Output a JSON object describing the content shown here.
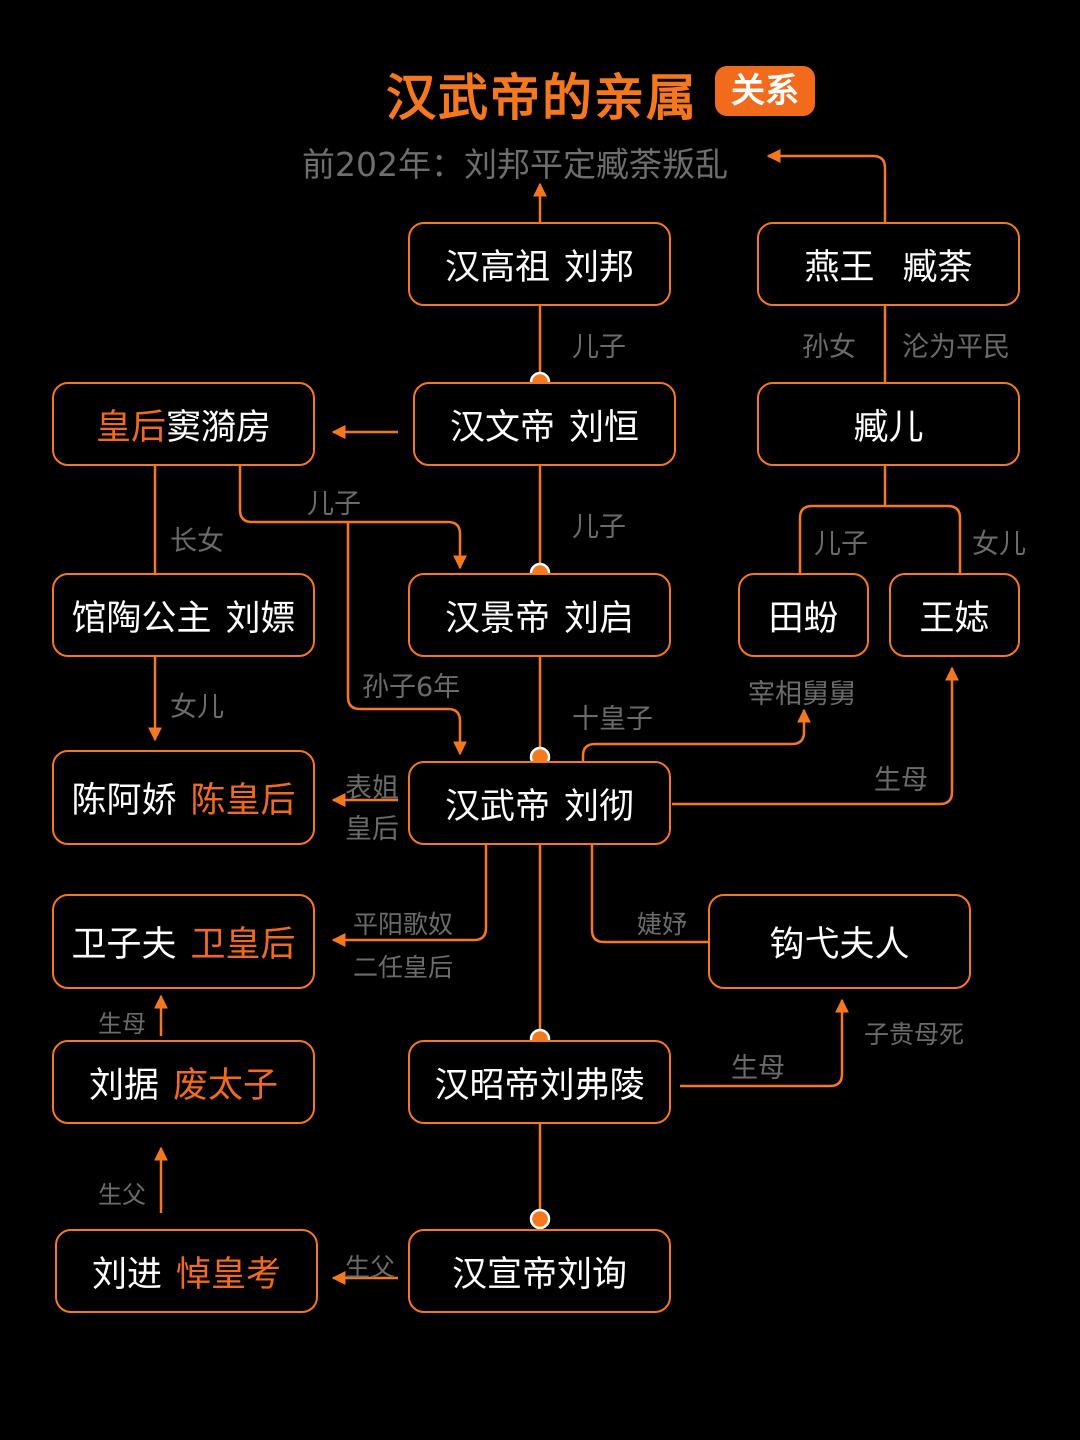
{
  "title": "汉武帝的亲属",
  "badge": "关系",
  "subtitle": "前202年：刘邦平定臧荼叛乱",
  "nodes": {
    "liubang": {
      "a": "汉高祖",
      "b": "刘邦"
    },
    "zangtu": {
      "a": "燕王",
      "b": "臧荼"
    },
    "douyifang": {
      "hl": "皇后",
      "b": "窦漪房"
    },
    "liuheng": {
      "a": "汉文帝",
      "b": "刘恒"
    },
    "zanger": {
      "a": "臧儿"
    },
    "liupiao": {
      "a": "馆陶公主",
      "b": "刘嫖"
    },
    "liuqi": {
      "a": "汉景帝",
      "b": "刘启"
    },
    "tianfen": {
      "a": "田蚡"
    },
    "wangzhi": {
      "a": "王娡"
    },
    "chenajiao": {
      "a": "陈阿娇",
      "hl": "陈皇后"
    },
    "liuche": {
      "a": "汉武帝",
      "b": "刘彻"
    },
    "weizifu": {
      "a": "卫子夫",
      "hl": "卫皇后"
    },
    "gouyi": {
      "a": "钩弋夫人"
    },
    "liuju": {
      "a": "刘据",
      "hl": "废太子"
    },
    "liufuling": {
      "a": "汉昭帝刘弗陵"
    },
    "liujin": {
      "a": "刘进",
      "hl": "悼皇考"
    },
    "liuxun": {
      "a": "汉宣帝刘询"
    }
  },
  "labels": {
    "son1": "儿子",
    "granddaughter": "孙女",
    "demoted": "沦为平民",
    "son2": "儿子",
    "eldest_daughter": "长女",
    "son3": "儿子",
    "son4": "儿子",
    "daughter1": "女儿",
    "grandson": "孙子6年",
    "daughter2": "女儿",
    "chancellor_uncle": "宰相舅舅",
    "tenth_prince": "十皇子",
    "cousin": "表姐",
    "empress": "皇后",
    "birth_mother1": "生母",
    "singer": "平阳歌奴",
    "second_empress": "二任皇后",
    "jieyu": "婕妤",
    "birth_mother2": "生母",
    "birth_mother3": "生母",
    "son_noble_mother_dies": "子贵母死",
    "birth_father1": "生父",
    "birth_father2": "生父"
  },
  "colors": {
    "accent": "#f5781f",
    "badge": "#f26b1d",
    "text": "#ffffff",
    "muted": "#6b6b6b",
    "background": "#000000"
  }
}
